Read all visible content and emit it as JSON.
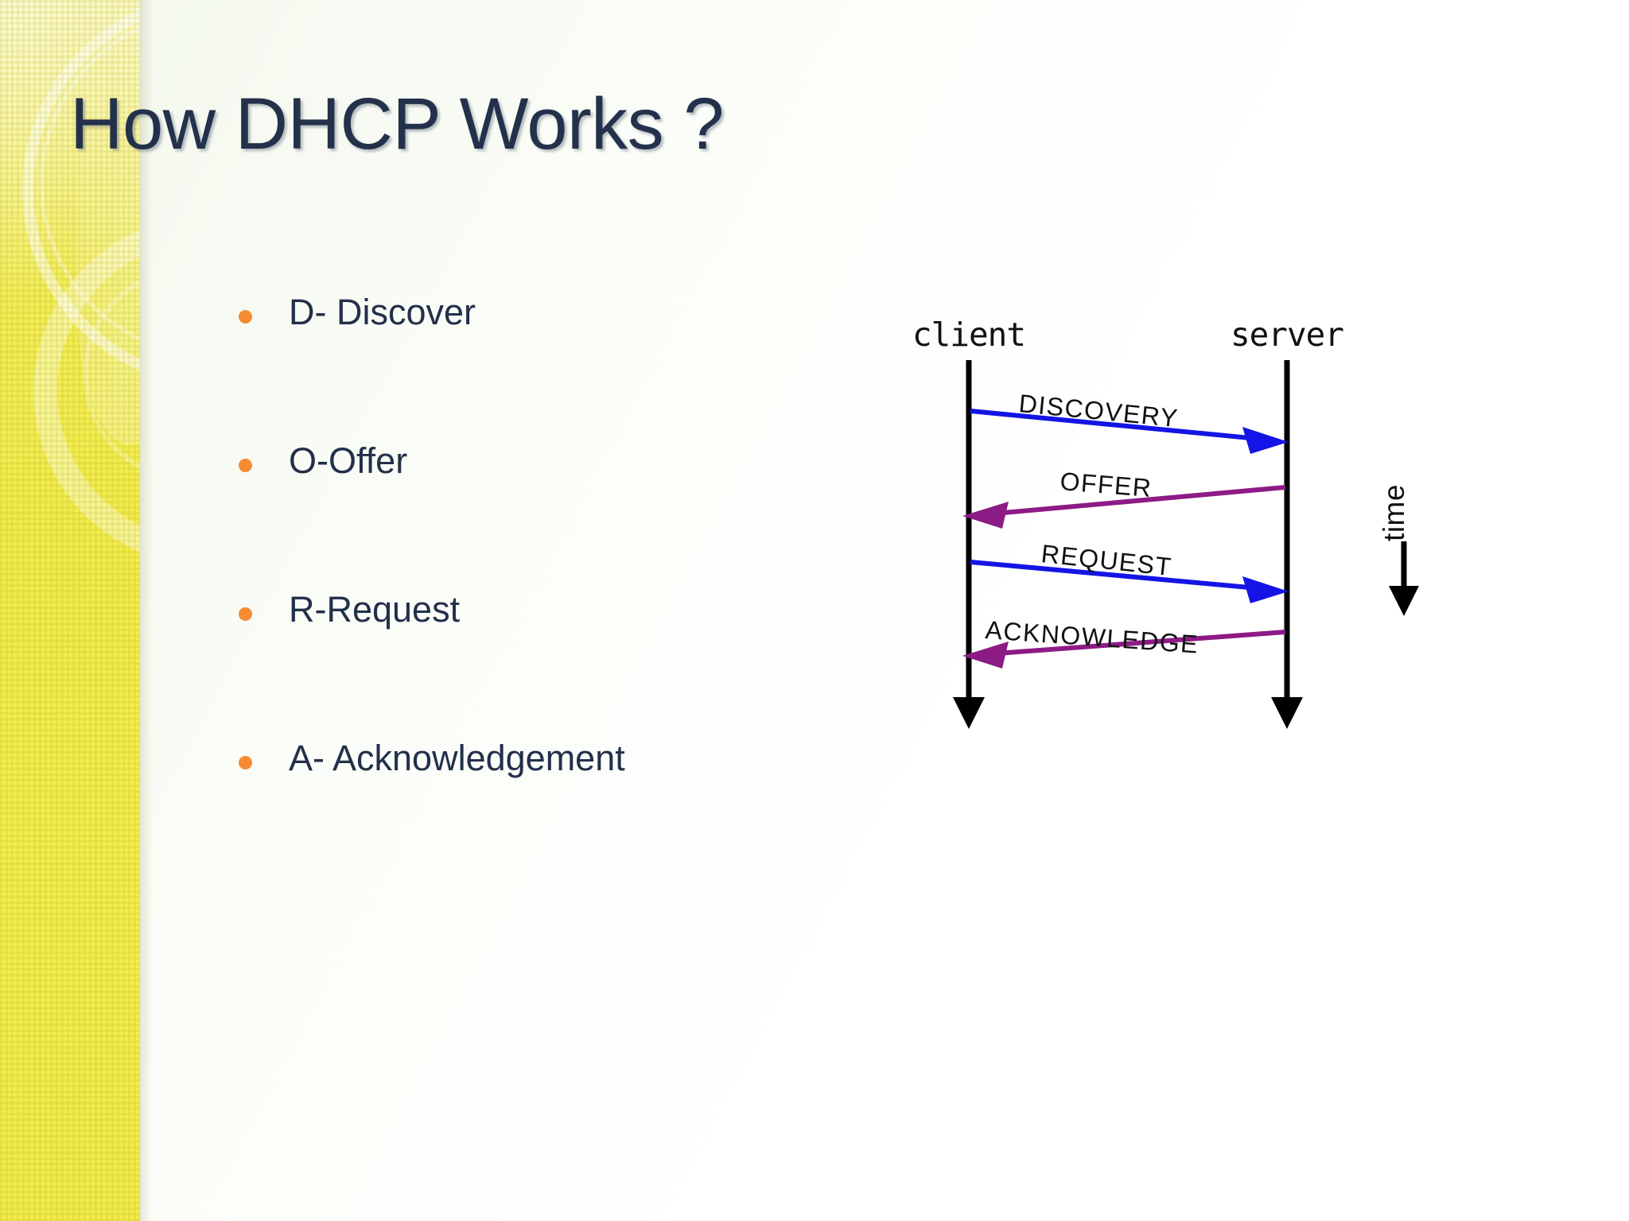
{
  "slide": {
    "title": "How DHCP Works ?",
    "background_color": "#ffffff",
    "accent_band_color": "#f2ed4e",
    "title_color": "#23314b",
    "bullet_dot_color": "#f68b33"
  },
  "bullets": [
    {
      "label": "D- Discover"
    },
    {
      "label": "O-Offer"
    },
    {
      "label": "R-Request"
    },
    {
      "label": "A- Acknowledgement"
    }
  ],
  "diagram": {
    "type": "sequence-diagram",
    "participants": [
      {
        "name": "client"
      },
      {
        "name": "server"
      }
    ],
    "messages": [
      {
        "label": "DISCOVERY",
        "from": "client",
        "to": "server",
        "color": "#1414e6",
        "direction": "right"
      },
      {
        "label": "OFFER",
        "from": "server",
        "to": "client",
        "color": "#8d1b86",
        "direction": "left"
      },
      {
        "label": "REQUEST",
        "from": "client",
        "to": "server",
        "color": "#1414e6",
        "direction": "right"
      },
      {
        "label": "ACKNOWLEDGE",
        "from": "server",
        "to": "client",
        "color": "#8d1b86",
        "direction": "left"
      }
    ],
    "axis": {
      "label": "time",
      "orientation": "vertical-down"
    }
  }
}
